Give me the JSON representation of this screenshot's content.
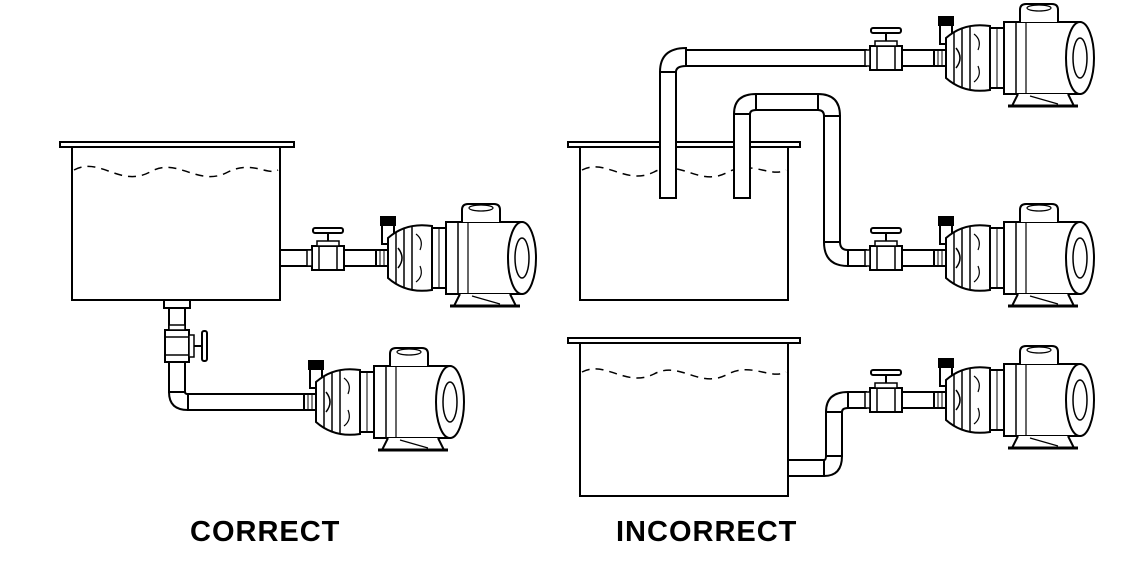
{
  "labels": {
    "correct": "CORRECT",
    "incorrect": "INCORRECT"
  },
  "colors": {
    "line": "#000000",
    "fill": "#ffffff"
  },
  "icons": [
    "tank",
    "valve",
    "pump-motor",
    "pipe",
    "water-level"
  ]
}
